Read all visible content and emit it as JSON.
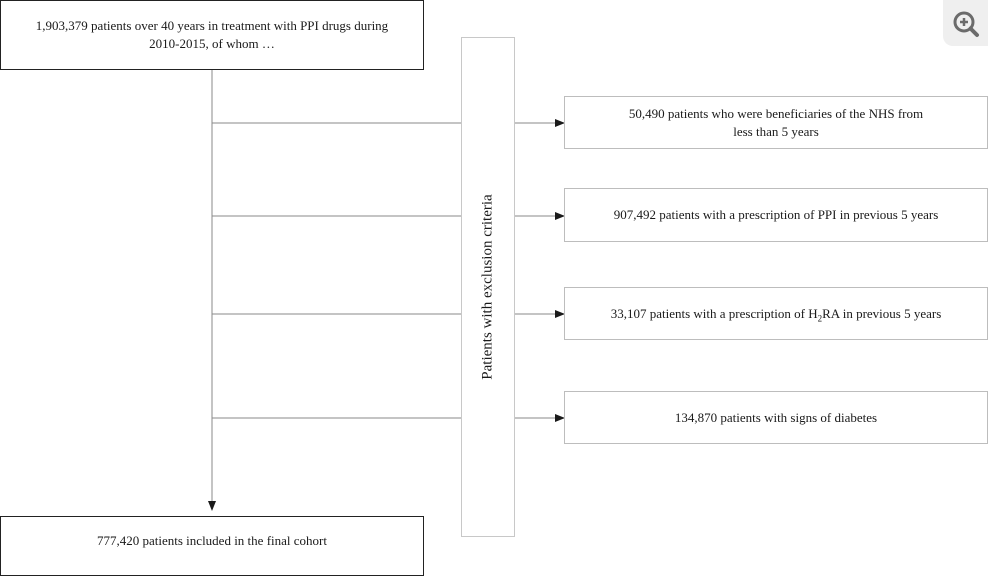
{
  "diagram": {
    "top_box": {
      "line1": "1,903,379 patients over 40 years in treatment with PPI drugs during",
      "line2": "2010-2015, of whom …"
    },
    "exclusion_label": "Patients with exclusion criteria",
    "exclusions": [
      {
        "line1": "50,490 patients who were beneficiaries of the NHS from",
        "line2": "less than 5 years"
      },
      {
        "text": "907,492 patients with a prescription of PPI in previous 5 years"
      },
      {
        "pre": "33,107 patients with a prescription of H",
        "sub": "2",
        "post": "RA in previous 5 years"
      },
      {
        "text": "134,870 patients with signs of diabetes"
      }
    ],
    "final_box": {
      "text": "777,420 patients included in the final cohort"
    }
  },
  "toolbar": {
    "zoom_icon": "zoom-in-icon"
  },
  "colors": {
    "line": "#8a8a8a",
    "arrow": "#1a1a1a",
    "icon": "#6b6b6b"
  }
}
